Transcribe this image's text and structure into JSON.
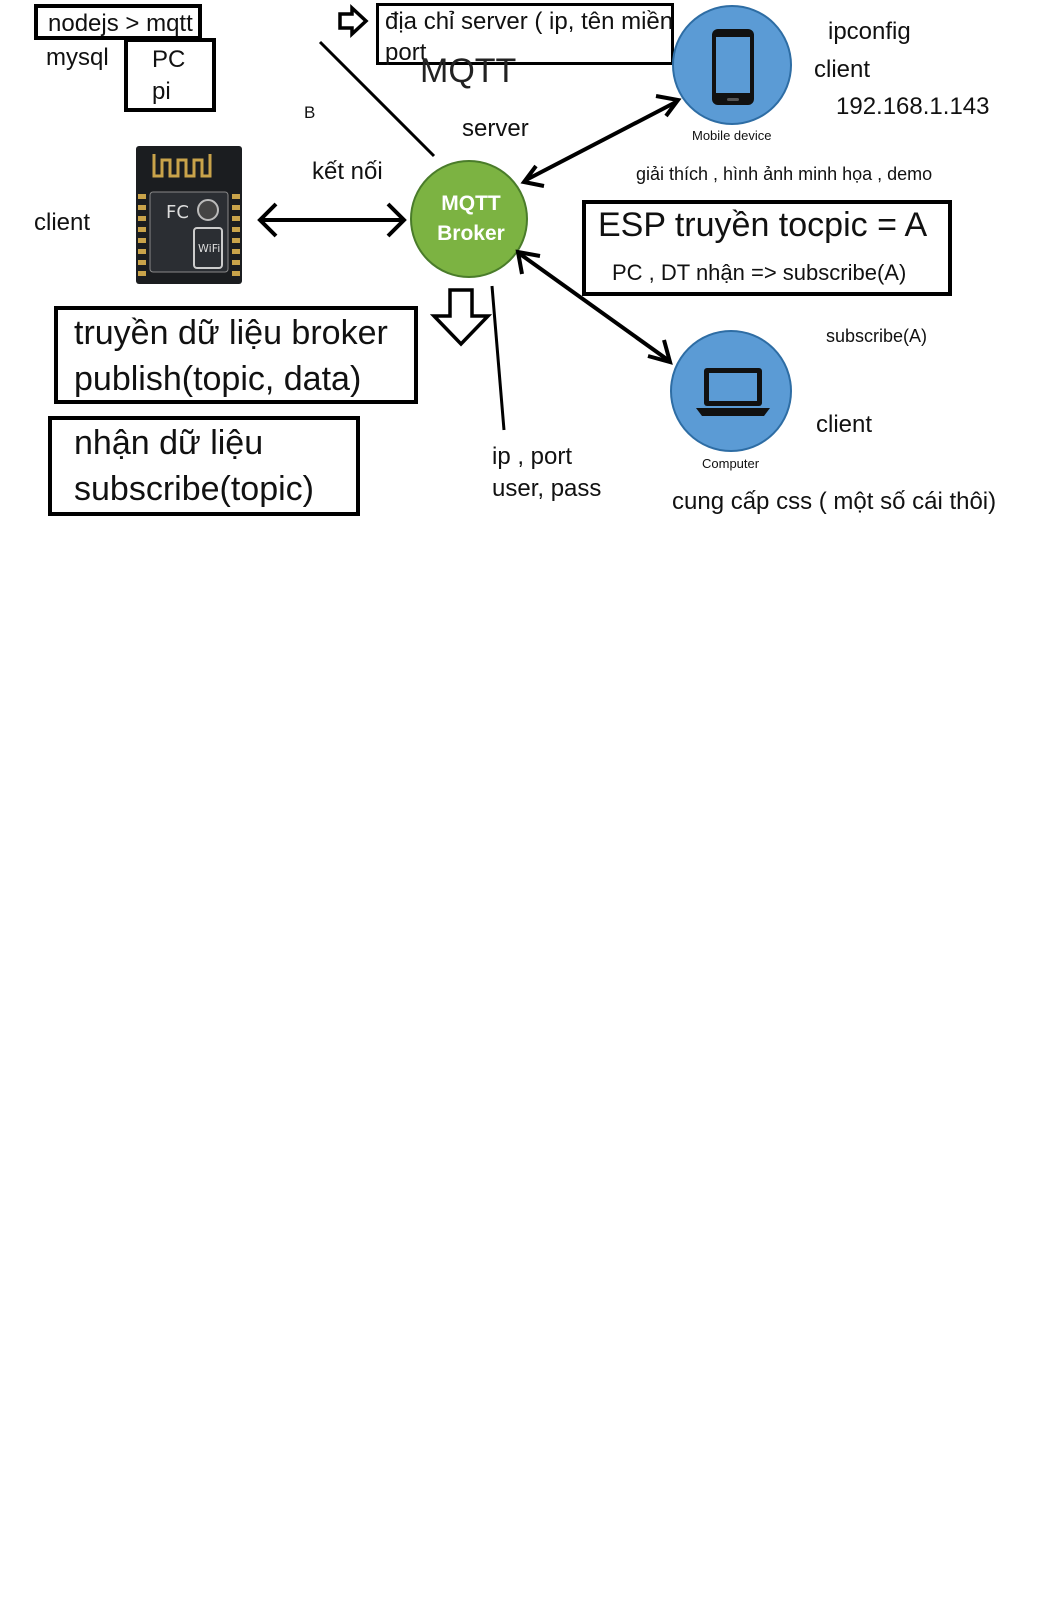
{
  "labels": {
    "nodejs_mqtt": "nodejs > mqtt",
    "mysql": "mysql",
    "pc": "PC",
    "pi": "pi",
    "server_addr_line1": "địa chỉ server ( ip, tên miền",
    "server_addr_line2": "port",
    "mqtt_title": "MQTT",
    "b_label": "B",
    "server": "server",
    "ket_noi": "kết nối",
    "client_left": "client",
    "broker_line1": "MQTT",
    "broker_line2": "Broker",
    "mobile_device": "Mobile device",
    "ipconfig": "ipconfig",
    "client_mobile": "client",
    "ip_address": "192.168.1.143",
    "giai_thich": "giải thích , hình ảnh minh họa , demo",
    "esp_topic": "ESP truyền tocpic = A",
    "pc_dt_subscribe": "PC , DT nhận => subscribe(A)",
    "publish_line1": "truyền dữ liệu broker",
    "publish_line2": "publish(topic, data)",
    "subscribe_line1": "nhận dữ liệu",
    "subscribe_line2": "subscribe(topic)",
    "ip_port": "ip , port",
    "user_pass": "user, pass",
    "subscribe_a": "subscribe(A)",
    "computer": "Computer",
    "client_computer": "client",
    "cung_cap_css": "cung cấp css ( một số cái thôi)"
  },
  "colors": {
    "broker_green": "#7cb342",
    "device_blue": "#5b9bd5",
    "chip_dark": "#1b1d20"
  },
  "icons": {
    "mobile": "smartphone-icon",
    "computer": "laptop-icon",
    "esp": "esp8266-module-icon"
  }
}
